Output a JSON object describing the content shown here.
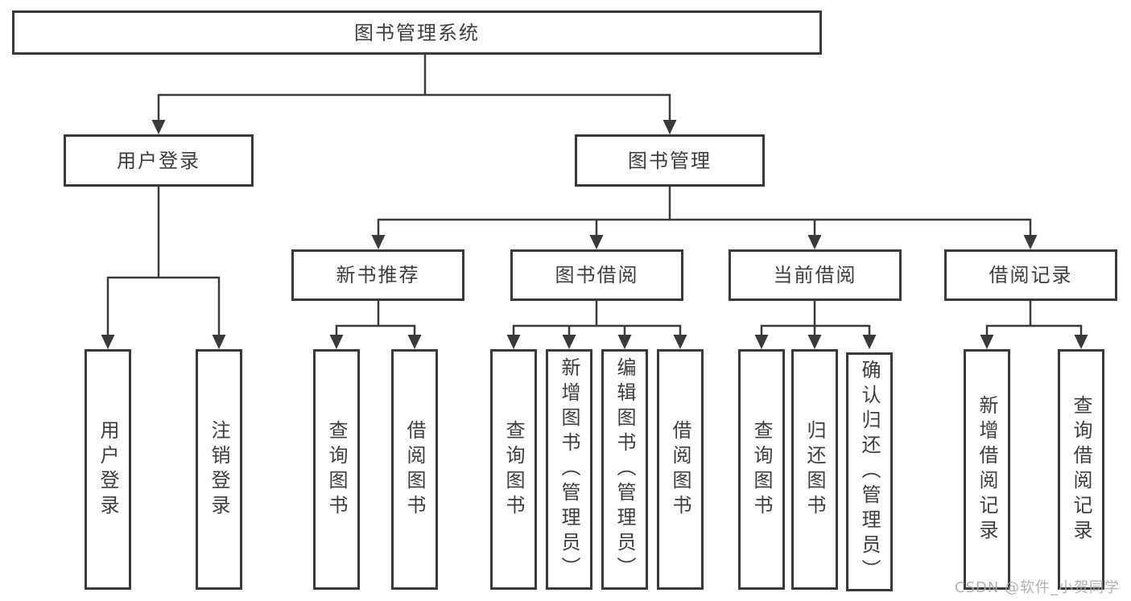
{
  "diagram": {
    "type": "tree",
    "root": {
      "label": "图书管理系统",
      "children": [
        {
          "label": "用户登录",
          "children": [
            {
              "label": "用户登录"
            },
            {
              "label": "注销登录"
            }
          ]
        },
        {
          "label": "图书管理",
          "children": [
            {
              "label": "新书推荐",
              "children": [
                {
                  "label": "查询图书"
                },
                {
                  "label": "借阅图书"
                }
              ]
            },
            {
              "label": "图书借阅",
              "children": [
                {
                  "label": "查询图书"
                },
                {
                  "label": "新增图书（管理员）"
                },
                {
                  "label": "编辑图书（管理员）"
                },
                {
                  "label": "借阅图书"
                }
              ]
            },
            {
              "label": "当前借阅",
              "children": [
                {
                  "label": "查询图书"
                },
                {
                  "label": "归还图书"
                },
                {
                  "label": "确认归还（管理员）"
                }
              ]
            },
            {
              "label": "借阅记录",
              "children": [
                {
                  "label": "新增借阅记录"
                },
                {
                  "label": "查询借阅记录"
                }
              ]
            }
          ]
        }
      ]
    }
  },
  "watermark": {
    "text": "CSDN @软件_小贺同学",
    "color": "#a9a9a9"
  },
  "colors": {
    "line": "#3a3a3a",
    "box_background": "#ffffff",
    "text": "#3d3d3d"
  }
}
